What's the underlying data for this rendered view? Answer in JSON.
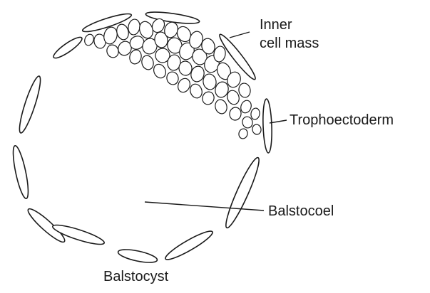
{
  "labels": {
    "inner_cell_mass_line1": "Inner",
    "inner_cell_mass_line2": "cell mass",
    "trophoectoderm": "Trophoectoderm",
    "blastocoel": "Balstocoel",
    "blastocyst": "Balstocyst"
  }
}
